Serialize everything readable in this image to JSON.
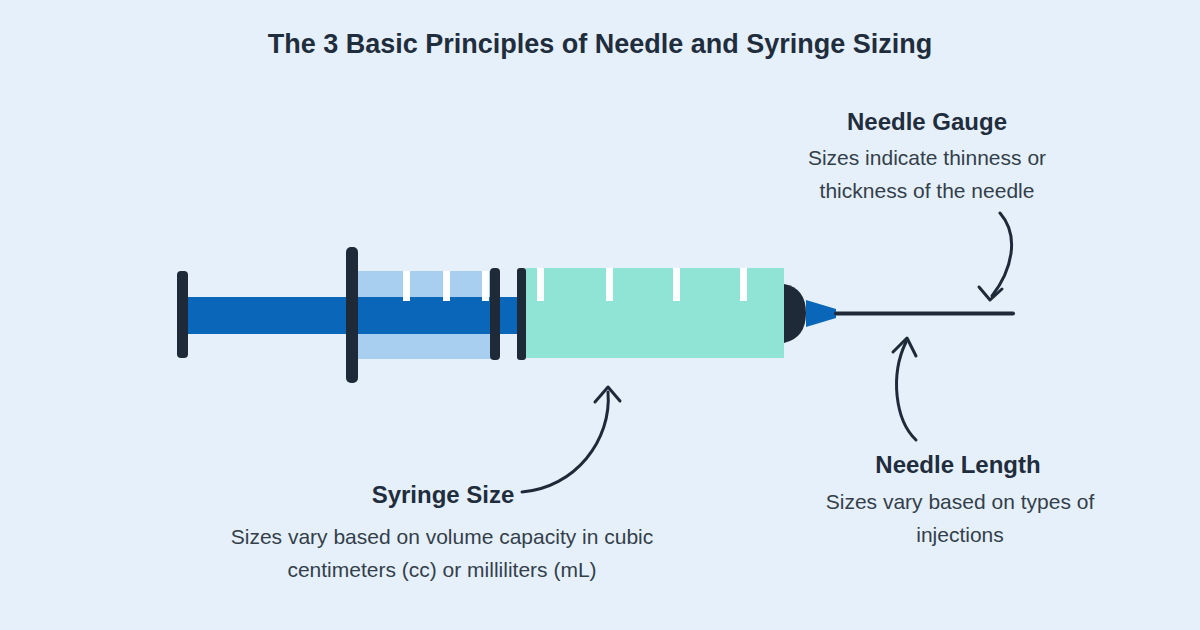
{
  "diagram": {
    "title": "The 3 Basic Principles of Needle and Syringe Sizing",
    "labels": [
      "Needle Gauge",
      "Sizes indicate thinness or thickness of the needle",
      "Needle Length",
      "Sizes vary based on types of injections",
      "Syringe Size",
      "Sizes vary based on volume capacity in cubic centimeters (cc) or milliliters (mL)"
    ]
  }
}
